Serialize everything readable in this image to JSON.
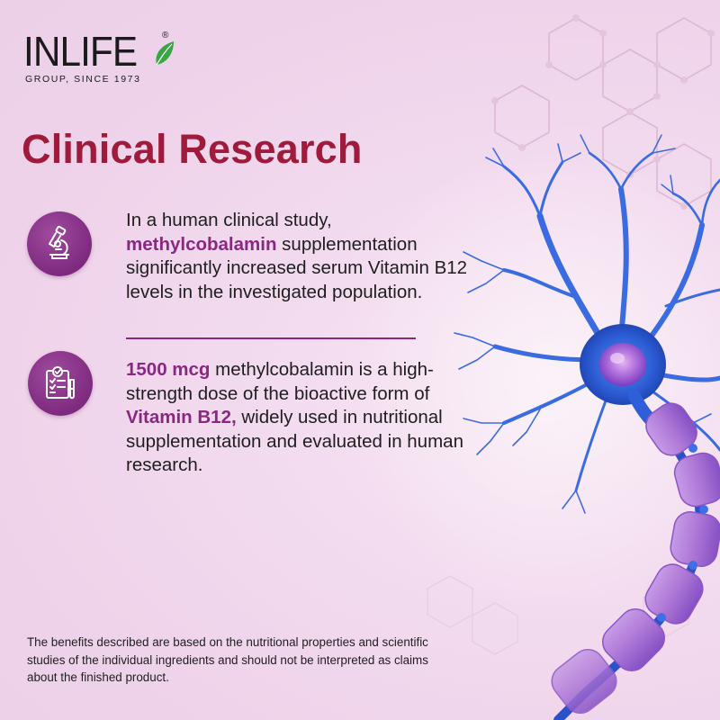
{
  "brand": {
    "name": "INLIFE",
    "registered_mark": "®",
    "tagline": "GROUP, SINCE 1973",
    "leaf_color": "#3aa544"
  },
  "title": "Clinical Research",
  "colors": {
    "title": "#a01a3c",
    "accent": "#8a2782",
    "icon_bg": "#7e2a7f",
    "neuron_blue": "#2f5fd8",
    "myelin_purple": "#a86ad6"
  },
  "features": [
    {
      "icon": "microscope-icon",
      "text_before": "In a human clinical study, ",
      "highlight": "methylcobalamin",
      "text_after": " supplementation significantly increased serum Vitamin B12 levels in the investigated population."
    },
    {
      "icon": "clipboard-checklist-icon",
      "highlight_1": "1500 mcg",
      "text_1": " methylcobalamin is a high-strength dose of the bioactive form of ",
      "highlight_2": "Vitamin B12,",
      "text_2": " widely used in nutritional supplementation and evaluated in human research."
    }
  ],
  "disclaimer": "The benefits described are based on the nutritional properties and scientific studies of the individual ingredients and should not be interpreted as claims about the finished product.",
  "illustration": "neuron-illustration"
}
